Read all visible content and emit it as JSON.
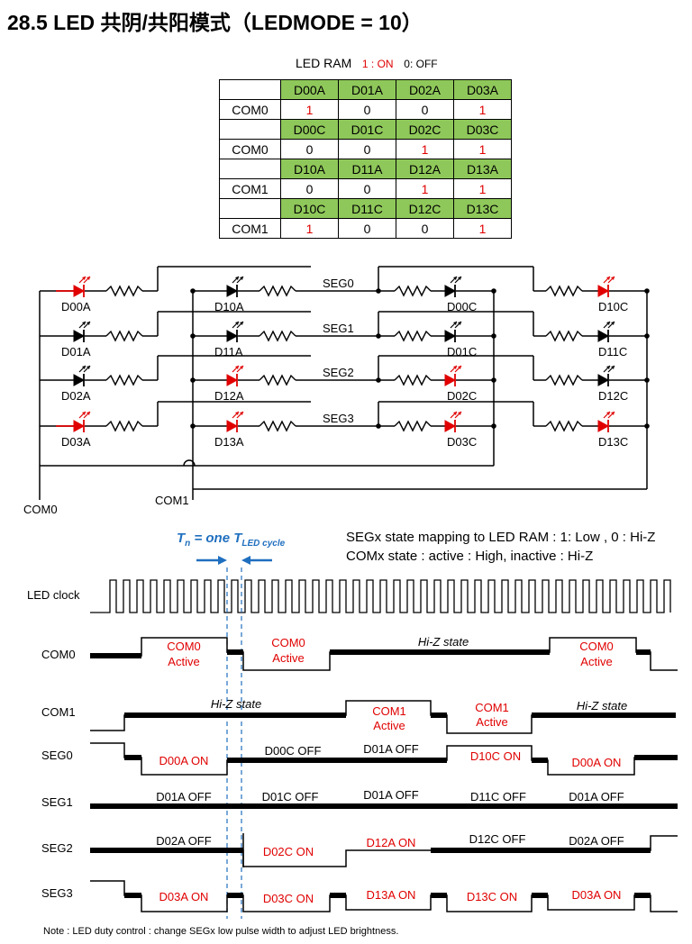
{
  "title": "28.5   LED 共阴/共阳模式（LEDMODE = 10）",
  "legend": {
    "label": "LED RAM",
    "on": "1 : ON",
    "off": "0: OFF"
  },
  "ram_table": [
    {
      "headers": [
        "D00A",
        "D01A",
        "D02A",
        "D03A"
      ],
      "com": "COM0",
      "values": [
        "1",
        "0",
        "0",
        "1"
      ]
    },
    {
      "headers": [
        "D00C",
        "D01C",
        "D02C",
        "D03C"
      ],
      "com": "COM0",
      "values": [
        "0",
        "0",
        "1",
        "1"
      ]
    },
    {
      "headers": [
        "D10A",
        "D11A",
        "D12A",
        "D13A"
      ],
      "com": "COM1",
      "values": [
        "0",
        "0",
        "1",
        "1"
      ]
    },
    {
      "headers": [
        "D10C",
        "D11C",
        "D12C",
        "D13C"
      ],
      "com": "COM1",
      "values": [
        "1",
        "0",
        "0",
        "1"
      ]
    }
  ],
  "circuit": {
    "segs": [
      "SEG0",
      "SEG1",
      "SEG2",
      "SEG3"
    ],
    "leds_col1": [
      "D00A",
      "D01A",
      "D02A",
      "D03A"
    ],
    "leds_col2": [
      "D10A",
      "D11A",
      "D12A",
      "D13A"
    ],
    "leds_col3": [
      "D00C",
      "D01C",
      "D02C",
      "D03C"
    ],
    "leds_col4": [
      "D10C",
      "D11C",
      "D12C",
      "D13C"
    ],
    "com0": "COM0",
    "com1": "COM1",
    "colors": {
      "on": "#e00000",
      "off": "#000000"
    }
  },
  "timing": {
    "tn_prefix": "T",
    "tn_sub": "n",
    "tn_mid": " = one T",
    "tn_sub2": "LED cycle",
    "mapping_line1": "SEGx state mapping to LED RAM : 1: Low , 0 : Hi-Z",
    "mapping_line2": "COMx state : active : High, inactive : Hi-Z",
    "signals": [
      "LED clock",
      "COM0",
      "COM1",
      "SEG0",
      "SEG1",
      "SEG2",
      "SEG3"
    ],
    "com0_labels": [
      "COM0 Active",
      "COM0 Active",
      "Hi-Z state",
      "COM0 Active"
    ],
    "com1_labels": [
      "Hi-Z state",
      "COM1 Active",
      "COM1 Active",
      "Hi-Z state"
    ],
    "seg0_labels": [
      "D00A ON",
      "D00C OFF",
      "D01A OFF",
      "D10C ON",
      "D00A ON"
    ],
    "seg1_labels": [
      "D01A OFF",
      "D01C OFF",
      "D01A OFF",
      "D11C OFF",
      "D01A OFF"
    ],
    "seg2_labels": [
      "D02A OFF",
      "D02C ON",
      "D12A ON",
      "D12C OFF",
      "D02A OFF"
    ],
    "seg3_labels": [
      "D03A ON",
      "D03C ON",
      "D13A ON",
      "D13C ON",
      "D03A ON"
    ],
    "note": "Note : LED duty control : change SEGx low pulse width to adjust LED brightness."
  }
}
